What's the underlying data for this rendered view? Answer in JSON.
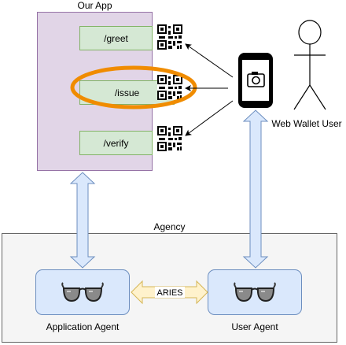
{
  "app": {
    "title": "Our App"
  },
  "routes": [
    {
      "label": "/greet"
    },
    {
      "label": "/issue",
      "highlighted": true
    },
    {
      "label": "/verify"
    }
  ],
  "user": {
    "label": "Web Wallet User"
  },
  "agency": {
    "title": "Agency",
    "application_agent": "Application Agent",
    "user_agent": "User Agent",
    "protocol": "ARIES"
  },
  "colors": {
    "app_fill": "#e1d5e7",
    "route_fill": "#d5e8d4",
    "agent_fill": "#dae8fc",
    "aries_arrow": "#fff2cc",
    "highlight": "#f08c00"
  },
  "icons": {
    "qr": "qr-code-icon",
    "phone": "phone-camera-icon",
    "glasses": "sunglasses-icon",
    "person": "stick-figure-icon"
  }
}
